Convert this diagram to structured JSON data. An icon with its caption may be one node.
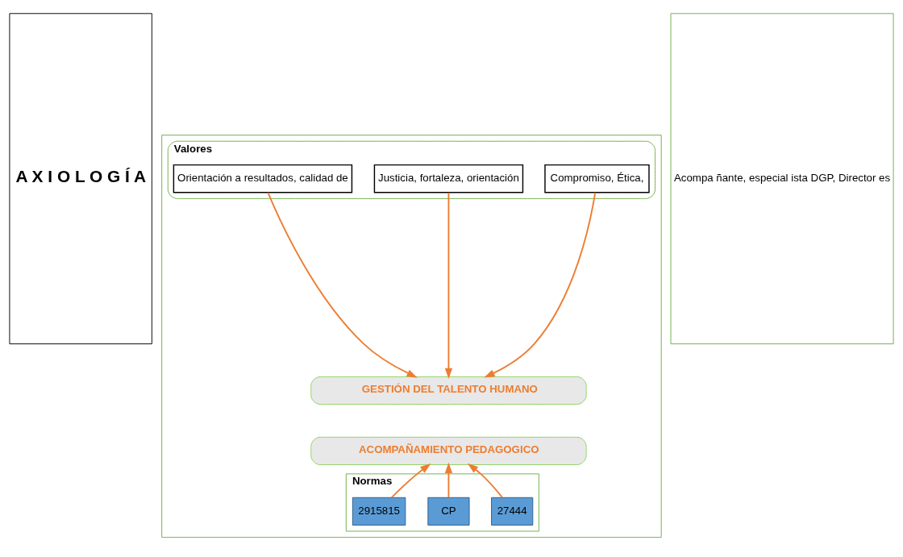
{
  "diagram": {
    "nodes": [
      {
        "text": [
          "A X I O L O G Í A"
        ]
      },
      {
        "text": [],
        "shape": "box"
      },
      {
        "text": [
          "Valores"
        ],
        "in": 1
      },
      {
        "text": [
          "Compromiso, Ética,"
        ],
        "in": 2
      },
      {
        "text": [
          "Justicia, fortaleza, orientación"
        ],
        "in": 2
      },
      {
        "text": [
          "Orientación a resultados, calidad de"
        ],
        "in": 2
      },
      {
        "text": [
          "GESTIÓN DEL TALENTO HUMANO"
        ],
        "in": 1
      },
      {
        "text": [
          "ACOMPAÑAMIENTO PEDAGOGICO"
        ],
        "in": 1
      },
      {
        "text": [
          "Normas"
        ],
        "in": 1
      },
      {
        "text": [
          "27444"
        ],
        "in": 8
      },
      {
        "text": [
          "CP"
        ],
        "in": 8
      },
      {
        "text": [
          "2915815"
        ],
        "in": 8
      },
      {
        "text": [
          "Acompa ñante, especial ista DGP, Director es"
        ]
      }
    ],
    "edges": [
      {
        "from": 3,
        "to": 6,
        "arrow": "to"
      },
      {
        "from": 4,
        "to": 6,
        "arrow": "to"
      },
      {
        "from": 5,
        "to": 6,
        "arrow": "to"
      },
      {
        "from": 9,
        "to": 7,
        "arrow": "to"
      },
      {
        "from": 10,
        "to": 7,
        "arrow": "to"
      },
      {
        "from": 11,
        "to": 7,
        "arrow": "to"
      }
    ]
  }
}
